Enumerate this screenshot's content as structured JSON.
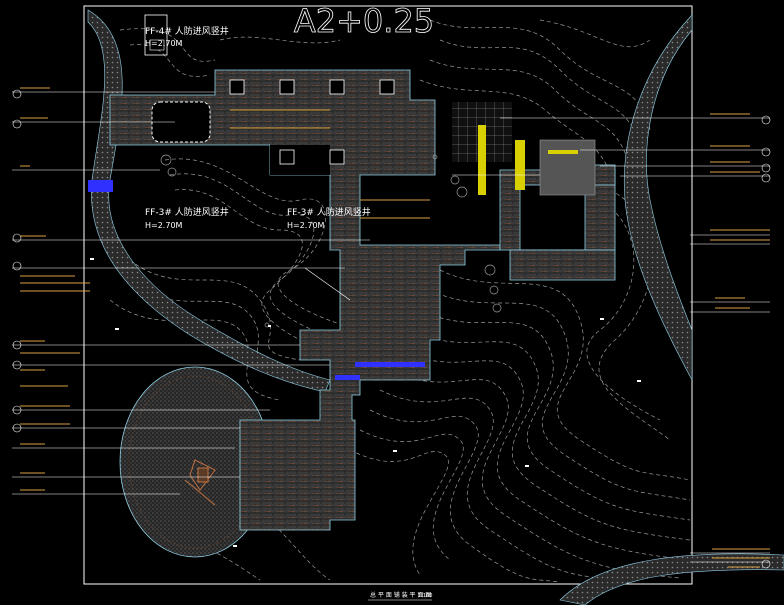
{
  "drawing": {
    "sheet_code": "A2+0.25",
    "shaft_labels": [
      {
        "name": "FF-4# 人防进风竖井",
        "height": "H=2.70M"
      },
      {
        "name": "FF-3# 人防进风竖井",
        "height": "H=2.70M"
      },
      {
        "name": "FF-3# 人防进风竖井",
        "height": "H=2.70M"
      }
    ],
    "bottom_caption": "总 平 面 铺 装 平 面 图",
    "bottom_scale": "1:100"
  },
  "colors": {
    "background": "#000000",
    "border": "#ffffff",
    "paving": "#3a3a3a",
    "paving_brick": "#c06a3a",
    "outline": "#8fd0e6",
    "contour": "#9a9a9a",
    "yellow": "#d8d000",
    "blue": "#3030ff"
  }
}
